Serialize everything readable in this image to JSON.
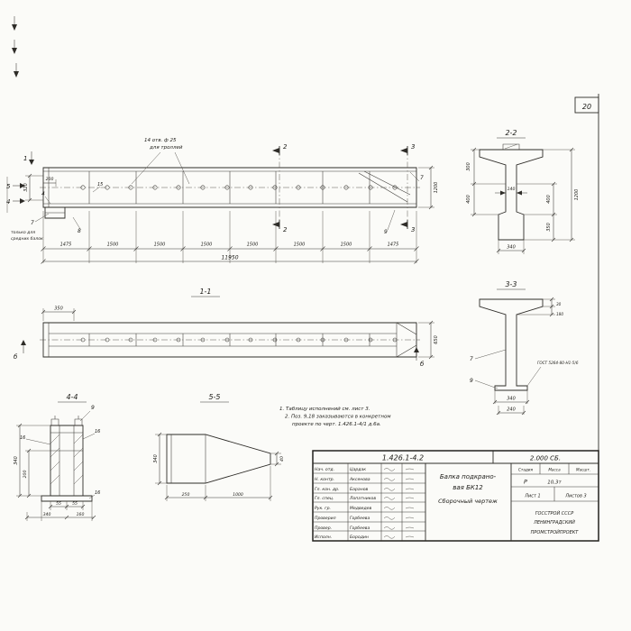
{
  "sheet": {
    "number": "20"
  },
  "main": {
    "callout1": "14 отв. ф 25",
    "callout2": "для троллей",
    "note1": "только для",
    "note2": "средних балок",
    "segs": [
      "1475",
      "1500",
      "1500",
      "1500",
      "1500",
      "1500",
      "1500",
      "1475"
    ],
    "total": "11950",
    "h1200": "1200",
    "d320": "320",
    "d200": "200",
    "d15": "15",
    "b4": "4",
    "b7": "7",
    "b7t": "7",
    "b8": "8",
    "b9": "9",
    "c1": "1",
    "c2": "2",
    "c3": "3",
    "c4": "4",
    "c5": "5"
  },
  "s22": {
    "title": "2-2",
    "d300": "300",
    "d400l": "400",
    "d140": "140",
    "d1200": "1200",
    "d400r": "400",
    "d350": "350",
    "d340": "340"
  },
  "s33": {
    "title": "3-3",
    "d30": "30",
    "d180": "180",
    "b7": "7",
    "b9": "9",
    "weld": "ГОСТ 5264-80-Н1-5/6",
    "d340": "340",
    "d240": "240"
  },
  "s11": {
    "title": "1-1",
    "d350": "350",
    "d650": "650",
    "vb": "б"
  },
  "s44": {
    "title": "4-4",
    "b9": "9",
    "l16": "16",
    "d340l": "340",
    "d200": "200",
    "d55": "55",
    "d340b": "340",
    "d160": "160"
  },
  "s55": {
    "title": "5-5",
    "d340": "340",
    "d40": "40",
    "d250": "250",
    "d1000": "1000"
  },
  "notes": {
    "l1": "1. Таблицу исполнений см. лист 3.",
    "l2": "2. Поз. 9,18 заказываются в конкретном",
    "l3": "проекте по черт. 1.426.1-4/1 д.6а."
  },
  "tb": {
    "doc": "1.426.1-4.2",
    "code": "2.000 СБ.",
    "t1": "Балка подкрано-",
    "t2": "вая  БК12",
    "t3": "Сборочный  чертеж",
    "hstage": "Стадия",
    "hmass": "Масса",
    "hscale": "Масшт.",
    "vstage": "Р",
    "vmass": "10,3т",
    "vscale": "",
    "sheetl": "Лист 1",
    "sheetsl": "Листов 3",
    "org1": "ГОССТРОЙ СССР",
    "org2": "ЛЕНИНГРАДСКИЙ",
    "org3": "ПРОМСТРОЙПРОЕКТ",
    "rows": [
      {
        "role": "Нач. отд.",
        "name": "Цардак"
      },
      {
        "role": "Н. контр.",
        "name": "Аксенова"
      },
      {
        "role": "Гл. кон. др.",
        "name": "Баранов"
      },
      {
        "role": "Гл. спец.",
        "name": "Лопатников"
      },
      {
        "role": "Рук. гр.",
        "name": "Медведев"
      },
      {
        "role": "Проверил",
        "name": "Горбеева"
      },
      {
        "role": "Провер.",
        "name": "Горбеева"
      },
      {
        "role": "Исполн.",
        "name": "Бородин"
      }
    ]
  }
}
